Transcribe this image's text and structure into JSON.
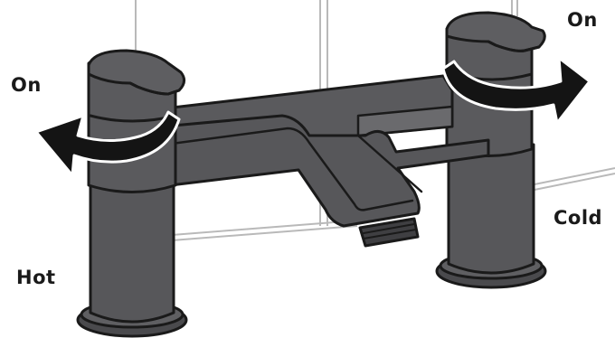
{
  "labels": {
    "on_left": "On",
    "on_right": "On",
    "hot": "Hot",
    "cold": "Cold"
  },
  "colors": {
    "body": "#57575a",
    "shadow": "#3f3f42",
    "highlight": "#6e6e71",
    "outline": "#1a1a1a",
    "tile_grout": "#b9b9b9",
    "arrow": "#141414"
  },
  "icons": {
    "left_arrow": "rotate-counterclockwise-arrow",
    "right_arrow": "rotate-clockwise-arrow"
  }
}
